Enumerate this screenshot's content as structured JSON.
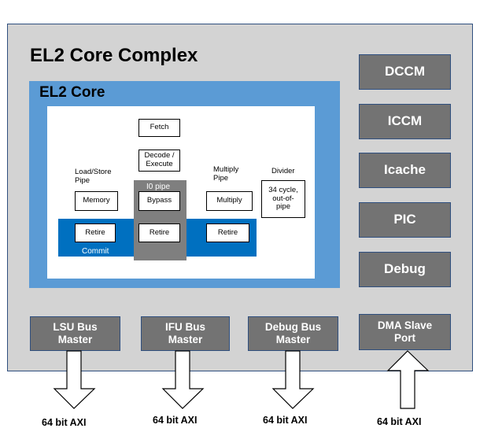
{
  "complex": {
    "title": "EL2 Core Complex"
  },
  "core": {
    "title": "EL2 Core",
    "fetch": "Fetch",
    "decode": "Decode /\nExecute",
    "io_pipe": "I0 pipe",
    "bypass": "Bypass",
    "load_store_pipe": "Load/Store\nPipe",
    "memory": "Memory",
    "multiply_pipe": "Multiply\nPipe",
    "multiply": "Multiply",
    "divider": "Divider",
    "divider_box": "34 cycle,\nout-of-\npipe",
    "retire": "Retire",
    "commit": "Commit"
  },
  "side_blocks": {
    "dccm": "DCCM",
    "iccm": "ICCM",
    "icache": "Icache",
    "pic": "PIC",
    "debug": "Debug"
  },
  "bus_blocks": {
    "lsu": "LSU Bus\nMaster",
    "ifu": "IFU Bus\nMaster",
    "debug_bus": "Debug Bus\nMaster",
    "dma": "DMA Slave\nPort"
  },
  "axi_label": "64 bit AXI",
  "colors": {
    "complex_bg": "#d3d3d3",
    "core_blue": "#5b9bd5",
    "commit_blue": "#0070c0",
    "pipe_gray": "#7f7f7f",
    "block_gray": "#737373"
  }
}
